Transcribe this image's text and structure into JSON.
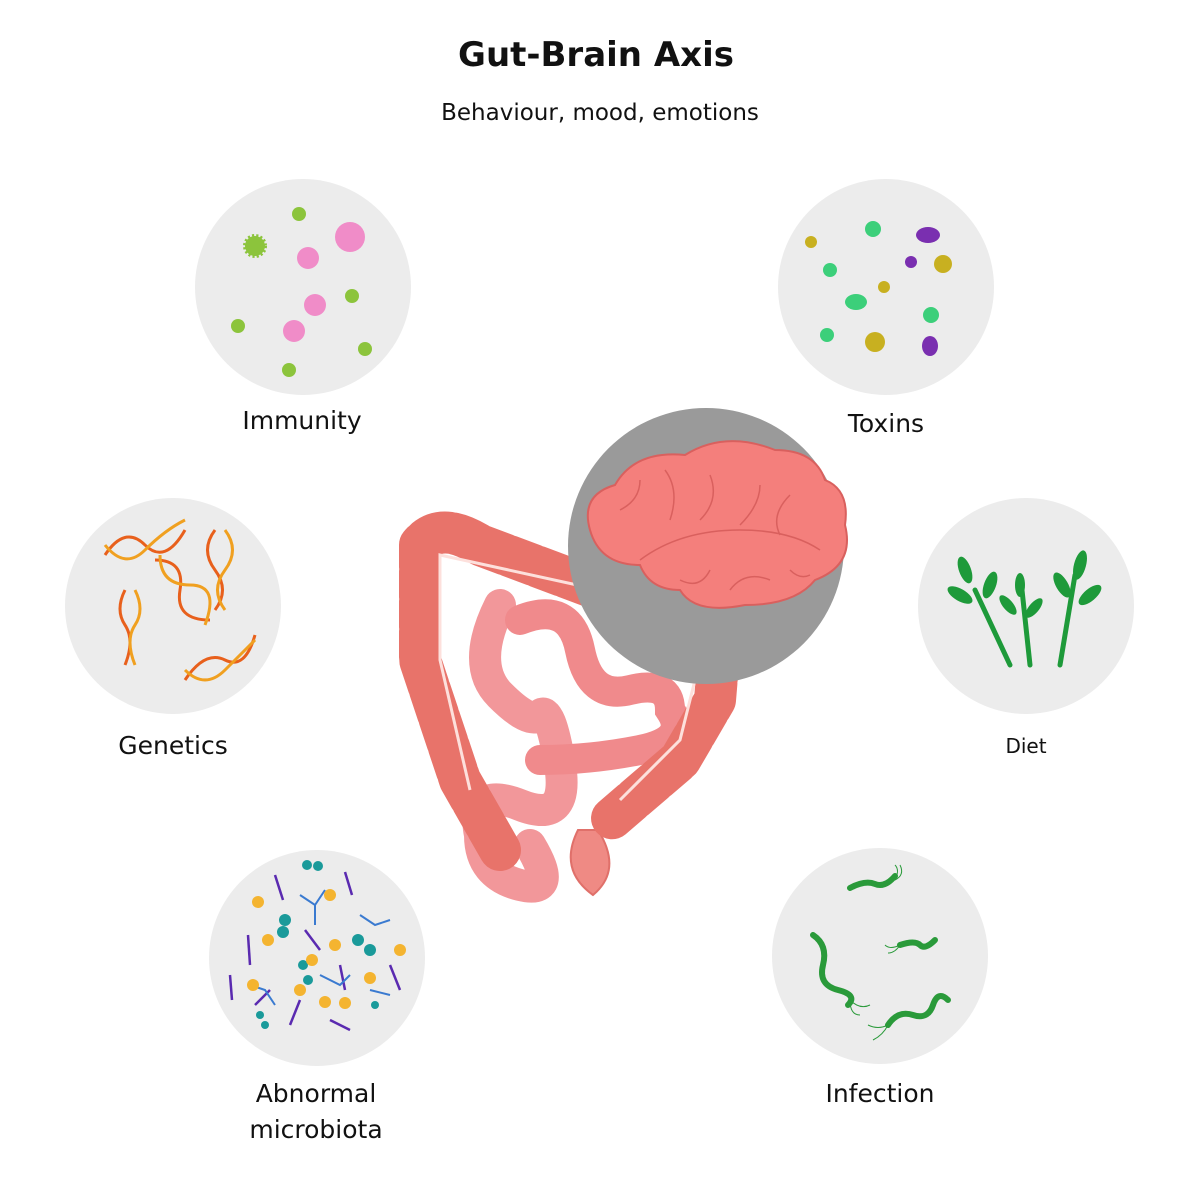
{
  "title": "Gut-Brain Axis",
  "subtitle": "Behaviour, mood, emotions",
  "factors": {
    "immunity": "Immunity",
    "toxins": "Toxins",
    "genetics": "Genetics",
    "diet": "Diet",
    "abnormal_line1": "Abnormal",
    "abnormal_line2": "microbiota",
    "infection": "Infection"
  },
  "colors": {
    "circle_bg": "#ececec",
    "brain_circle": "#9a9a9a",
    "brain": "#f47f7c",
    "colon": "#e8736a",
    "small_intestine": "#f2979a"
  }
}
